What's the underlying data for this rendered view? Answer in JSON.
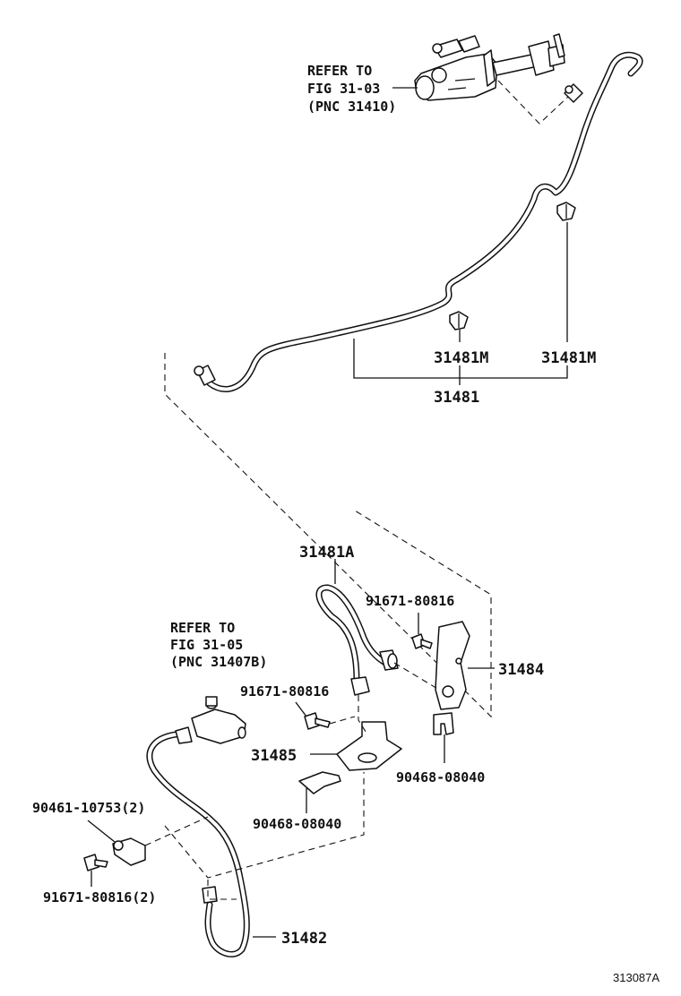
{
  "diagram": {
    "refer_top": [
      "REFER TO",
      "FIG 31-03",
      "(PNC 31410)"
    ],
    "refer_bottom": [
      "REFER TO",
      "FIG 31-05",
      "(PNC 31407B)"
    ],
    "labels": {
      "p31481m_a": "31481M",
      "p31481m_b": "31481M",
      "p31481": "31481",
      "p31481a": "31481A",
      "p91671_80816_top": "91671-80816",
      "p31484": "31484",
      "p91671_80816_mid": "91671-80816",
      "p31485": "31485",
      "p90468_08040_right": "90468-08040",
      "p90468_08040_left": "90468-08040",
      "p90461_10753": "90461-10753(2)",
      "p91671_80816_bottom": "91671-80816(2)",
      "p31482": "31482"
    },
    "figure_code": "313087A"
  }
}
